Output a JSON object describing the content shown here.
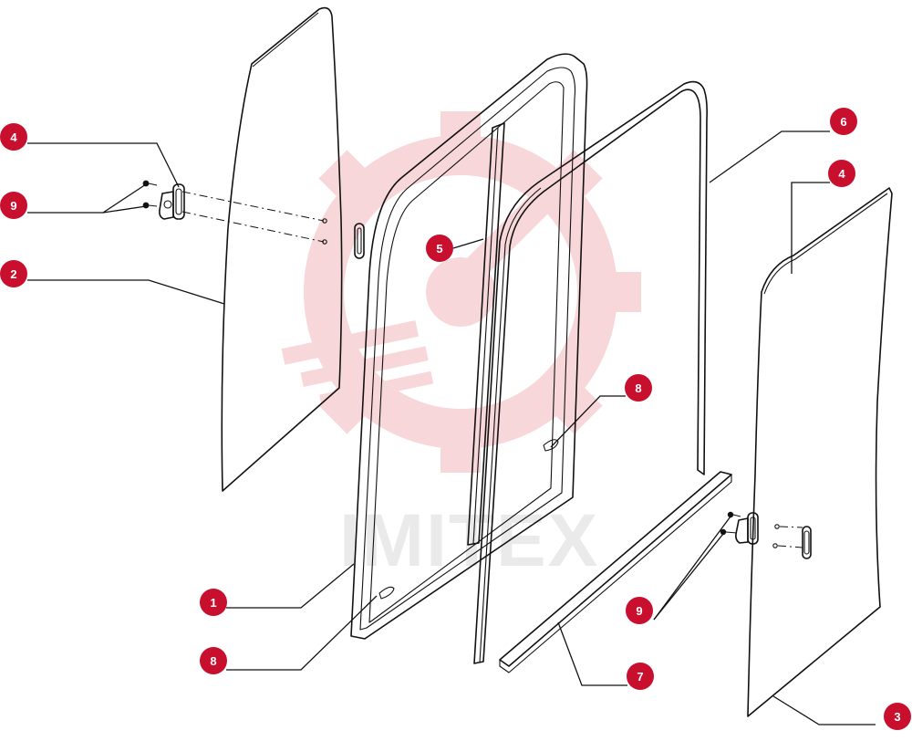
{
  "diagram": {
    "colors": {
      "callout_fill": "#c8102e",
      "callout_text": "#ffffff",
      "line": "#111111",
      "watermark_red": "#f3b8bd",
      "watermark_gray": "#d9d9d9"
    },
    "watermark": {
      "text": "IMITEX",
      "icon": "gear-gauge-logo"
    },
    "callouts": [
      {
        "id": "c-4-top",
        "label": "4"
      },
      {
        "id": "c-9-top",
        "label": "9"
      },
      {
        "id": "c-2",
        "label": "2"
      },
      {
        "id": "c-5",
        "label": "5"
      },
      {
        "id": "c-6",
        "label": "6"
      },
      {
        "id": "c-4-right",
        "label": "4"
      },
      {
        "id": "c-8-mid",
        "label": "8"
      },
      {
        "id": "c-1",
        "label": "1"
      },
      {
        "id": "c-8-bottom",
        "label": "8"
      },
      {
        "id": "c-9-bottom",
        "label": "9"
      },
      {
        "id": "c-7",
        "label": "7"
      },
      {
        "id": "c-3",
        "label": "3"
      }
    ]
  }
}
